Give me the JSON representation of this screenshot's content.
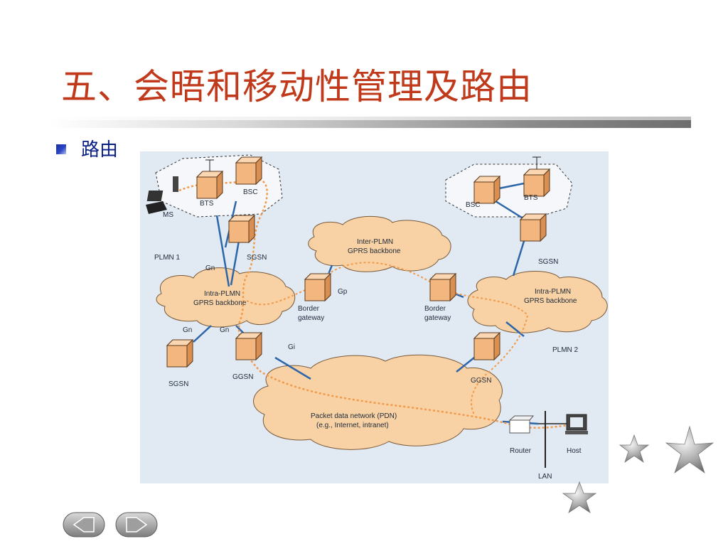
{
  "slide": {
    "title": "五、会晤和移动性管理及路由",
    "bullet": "路由"
  },
  "diagram": {
    "labels": {
      "bts1": "BTS",
      "bsc1": "BSC",
      "ms": "MS",
      "plmn1": "PLMN 1",
      "sgsn1": "SGSN",
      "gn1": "Gn",
      "gn2": "Gn",
      "gn3": "Gn",
      "intra1_l1": "Intra-PLMN",
      "intra1_l2": "GPRS backbone",
      "inter_l1": "Inter-PLMN",
      "inter_l2": "GPRS backbone",
      "bg1_l1": "Border",
      "bg1_l2": "gateway",
      "gp": "Gp",
      "bg2_l1": "Border",
      "bg2_l2": "gateway",
      "bts2": "BTS",
      "bsc2": "BSC",
      "sgsn2": "SGSN",
      "intra2_l1": "Intra-PLMN",
      "intra2_l2": "GPRS backbone",
      "plmn2": "PLMN 2",
      "sgsn3": "SGSN",
      "ggsn1": "GGSN",
      "gi": "Gi",
      "ggsn2": "GGSN",
      "pdn_l1": "Packet data network (PDN)",
      "pdn_l2": "(e.g., Internet, intranet)",
      "router": "Router",
      "host": "Host",
      "lan": "LAN"
    }
  },
  "colors": {
    "title": "#c0391b",
    "bullet_text": "#0a1f86",
    "diagram_bg": "#e1e9f3",
    "cloud": "#f8d2a4",
    "box": "#f3b67e",
    "link": "#2d66a8",
    "route": "#f29a4a"
  },
  "nav": {
    "prev_icon": "prev-arrow-icon",
    "next_icon": "next-arrow-icon"
  }
}
